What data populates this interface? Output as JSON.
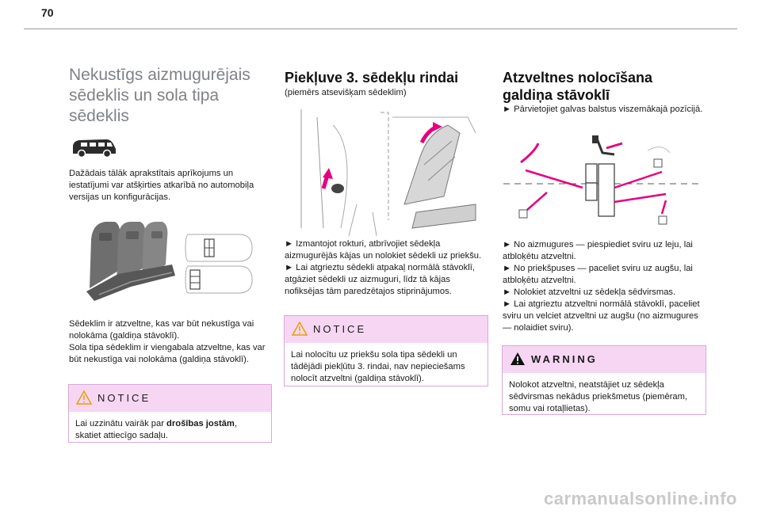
{
  "page_number": "70",
  "col1": {
    "title": "Nekustīgs aizmugurējais sēdeklis un sola tipa sēdeklis",
    "intro": "Dažādais tālāk aprakstītais aprīkojums un iestatījumi var atšķirties atkarībā no automobiļa versijas un konfigurācijas.",
    "para": "Sēdeklim ir atzveltne, kas var būt nekustīga vai nolokāma (galdiņa stāvoklī).",
    "para2": "Sola tipa sēdeklim ir viengabala atzveltne, kas var būt nekustīga vai nolokāma (galdiņa stāvoklī).",
    "notice_label": "NOTICE",
    "notice_text_pre": "Lai uzzinātu vairāk par ",
    "notice_text_bold": "drošības jostām",
    "notice_text_post": ", skatiet attiecīgo sadaļu."
  },
  "col2": {
    "title": "Piekļuve 3. sēdekļu rindai",
    "subtitle": "(piemērs atsevišķam sēdeklim)",
    "step1": "► Izmantojot rokturi, atbrīvojiet sēdekļa aizmugurējās kājas un nolokiet sēdekli uz priekšu.",
    "step2": "► Lai atgrieztu sēdekli atpakaļ normālā stāvoklī, atgāziet sēdekli uz aizmuguri, līdz tā kājas nofiksējas tām paredzētajos stiprinājumos.",
    "notice_label": "NOTICE",
    "notice_text": "Lai nolocītu uz priekšu sola tipa sēdekli un tādējādi piekļūtu 3. rindai, nav nepieciešams nolocīt atzveltni (galdiņa stāvoklī)."
  },
  "col3": {
    "title_line1": "Atzveltnes nolocīšana",
    "title_line2": "galdiņa stāvoklī",
    "intro": "► Pārvietojiet galvas balstus viszemākajā pozīcijā.",
    "step1": "► No aizmugures — piespiediet sviru uz leju, lai atbloķētu atzveltni.",
    "step2": "► No priekšpuses — paceliet sviru uz augšu, lai atbloķētu atzveltni.",
    "step3": "► Nolokiet atzveltni uz sēdekļa sēdvirsmas.",
    "step4": "► Lai atgrieztu atzveltni normālā stāvoklī, paceliet sviru un velciet atzveltni uz augšu (no aizmugures — nolaidiet sviru).",
    "warning_label": "WARNING",
    "warning_text": "Nolokot atzveltni, neatstājiet uz sēdekļa sēdvirsmas nekādus priekšmetus (piemēram, somu vai rotaļlietas)."
  },
  "footer": "carmanualsonline.info",
  "colors": {
    "accent_pink": "#e6007e",
    "notice_bg": "#f7d6f4",
    "title_grey": "#7f8286"
  }
}
